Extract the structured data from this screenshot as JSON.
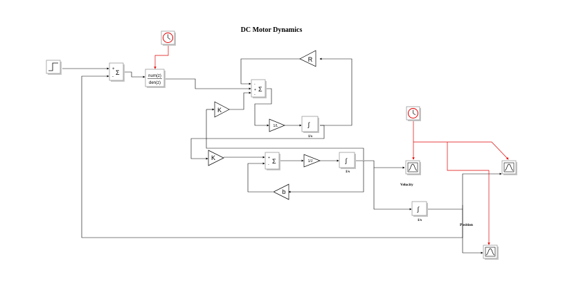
{
  "diagram": {
    "title": "DC Motor Dynamics",
    "labels": {
      "velocity": "Velocity",
      "position": "Position"
    },
    "blocks": {
      "tf_num": "num(z)",
      "tf_den": "den(z)",
      "gain_r": "R",
      "gain_k1": "K",
      "gain_k2": "K",
      "gain_b": "b",
      "gain_1l": "1/L",
      "gain_1j": "1/J",
      "int_1s_a": "1/s",
      "int_1s_b": "1/s",
      "int_1s_c": "1/s",
      "integral_glyph": "∫",
      "sum_glyph": "Σ",
      "sum_plus": "+",
      "sum_minus": "-"
    }
  }
}
